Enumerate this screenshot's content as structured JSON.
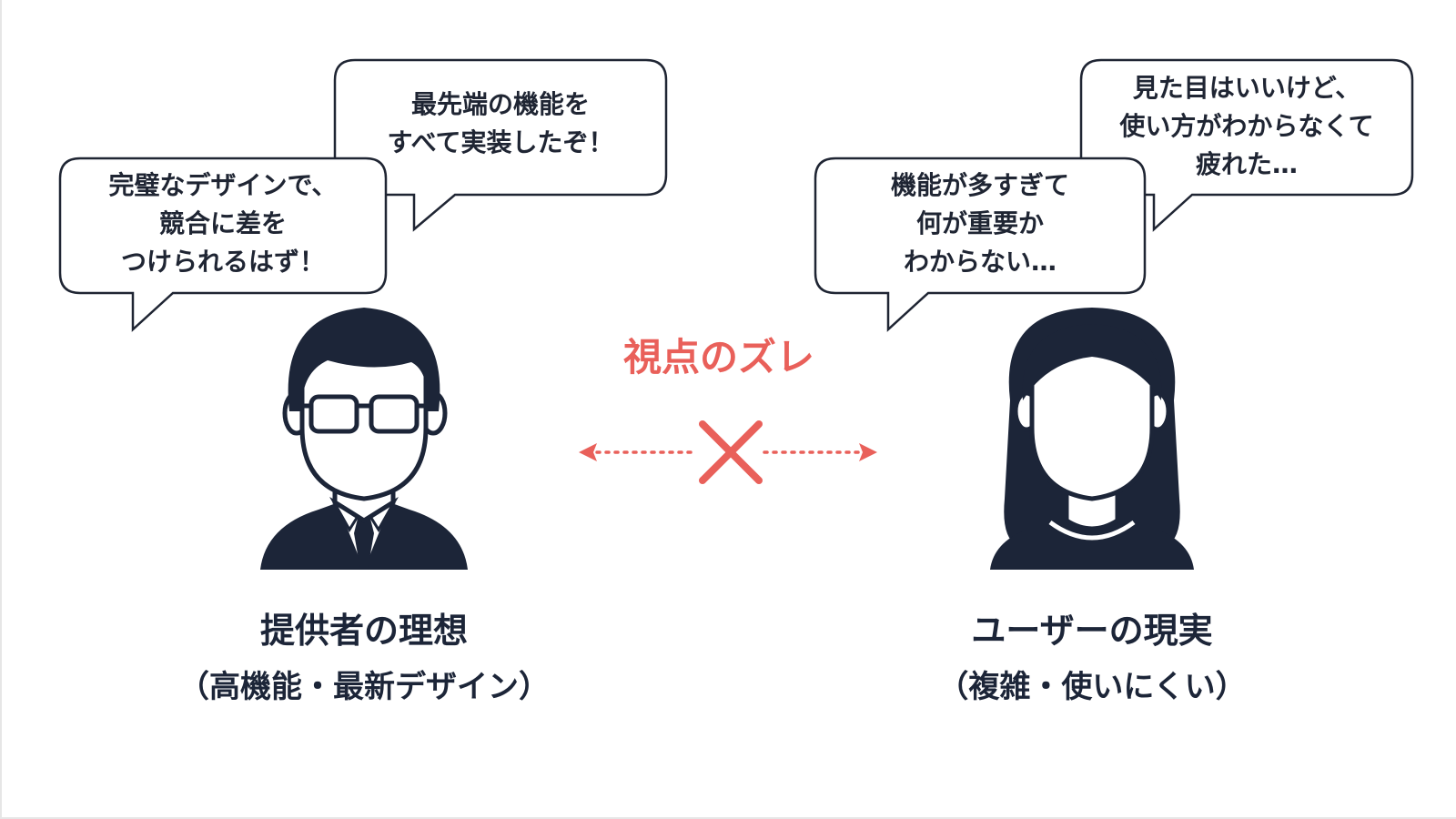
{
  "provider": {
    "bubbles": [
      {
        "lines": [
          "最先端の機能を",
          "すべて実装したぞ！"
        ]
      },
      {
        "lines": [
          "完璧なデザインで、",
          "競合に差を",
          "つけられるはず！"
        ]
      }
    ],
    "caption_main": "提供者の理想",
    "caption_sub": "（高機能・最新デザイン）"
  },
  "user": {
    "bubbles": [
      {
        "lines": [
          "見た目はいいけど、",
          "使い方がわからなくて",
          "疲れた…"
        ]
      },
      {
        "lines": [
          "機能が多すぎて",
          "何が重要か",
          "わからない…"
        ]
      }
    ],
    "caption_main": "ユーザーの現実",
    "caption_sub": "（複雑・使いにくい）"
  },
  "gap": {
    "label": "視点のズレ",
    "color": "#e9605a"
  },
  "colors": {
    "figure": "#1c2538",
    "bubble_border": "#1f2533",
    "accent": "#e9605a"
  },
  "icons": {
    "provider": "man-with-glasses-in-suit-icon",
    "user": "woman-icon",
    "mismatch": "cross-icon"
  }
}
